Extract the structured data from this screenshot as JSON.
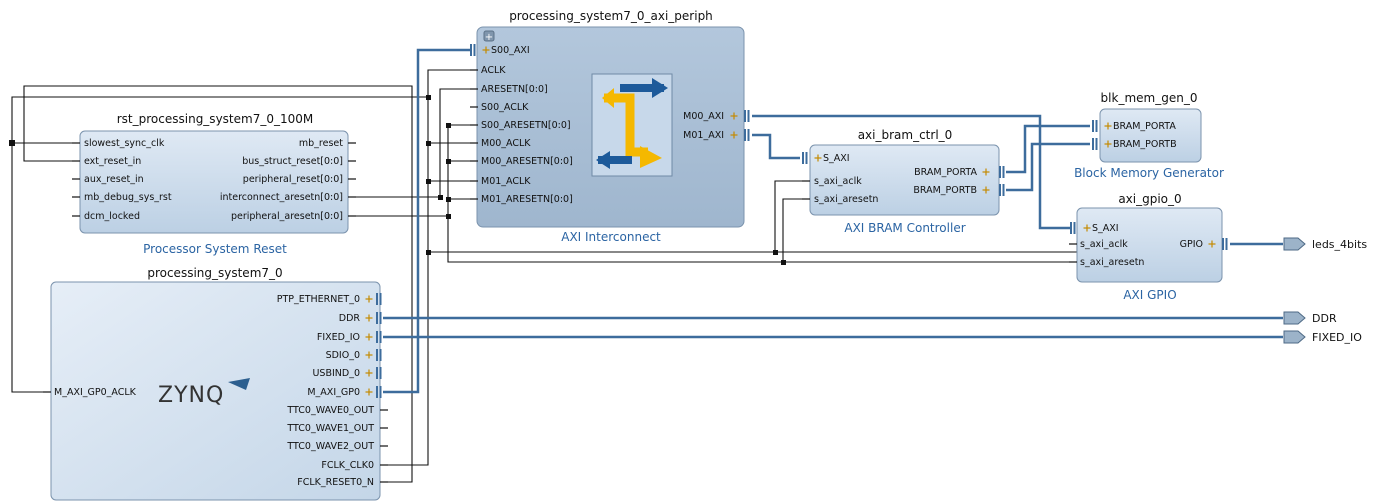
{
  "diagram": {
    "interconnect": {
      "title": "processing_system7_0_axi_periph",
      "caption": "AXI Interconnect",
      "inputs": [
        "S00_AXI",
        "ACLK",
        "ARESETN[0:0]",
        "S00_ACLK",
        "S00_ARESETN[0:0]",
        "M00_ACLK",
        "M00_ARESETN[0:0]",
        "M01_ACLK",
        "M01_ARESETN[0:0]"
      ],
      "outputs": [
        "M00_AXI",
        "M01_AXI"
      ]
    },
    "reset": {
      "title": "rst_processing_system7_0_100M",
      "caption": "Processor System Reset",
      "inputs": [
        "slowest_sync_clk",
        "ext_reset_in",
        "aux_reset_in",
        "mb_debug_sys_rst",
        "dcm_locked"
      ],
      "outputs": [
        "mb_reset",
        "bus_struct_reset[0:0]",
        "peripheral_reset[0:0]",
        "interconnect_aresetn[0:0]",
        "peripheral_aresetn[0:0]"
      ]
    },
    "zynq": {
      "title": "processing_system7_0",
      "logo": "ZYNQ",
      "inputs": [
        "M_AXI_GP0_ACLK"
      ],
      "outputs": [
        "PTP_ETHERNET_0",
        "DDR",
        "FIXED_IO",
        "SDIO_0",
        "USBIND_0",
        "M_AXI_GP0",
        "TTC0_WAVE0_OUT",
        "TTC0_WAVE1_OUT",
        "TTC0_WAVE2_OUT",
        "FCLK_CLK0",
        "FCLK_RESET0_N"
      ]
    },
    "bram_ctrl": {
      "title": "axi_bram_ctrl_0",
      "caption": "AXI BRAM Controller",
      "inputs": [
        "S_AXI",
        "s_axi_aclk",
        "s_axi_aresetn"
      ],
      "outputs": [
        "BRAM_PORTA",
        "BRAM_PORTB"
      ]
    },
    "blk_mem": {
      "title": "blk_mem_gen_0",
      "caption": "Block Memory Generator",
      "inputs": [
        "BRAM_PORTA",
        "BRAM_PORTB"
      ]
    },
    "gpio": {
      "title": "axi_gpio_0",
      "caption": "AXI GPIO",
      "inputs": [
        "S_AXI",
        "s_axi_aclk",
        "s_axi_aresetn"
      ],
      "outputs": [
        "GPIO"
      ]
    },
    "external_ports": [
      "leds_4bits",
      "DDR",
      "FIXED_IO"
    ],
    "colors": {
      "block_fill_top": "#dbe6f2",
      "block_fill_bottom": "#b7cbe0",
      "interconnect_fill": "#a9bfd6",
      "block_border": "#7b93ad",
      "bus_wire": "#3d6c9c",
      "net_wire": "#111111",
      "caption_text": "#2b64a3",
      "crossbar_gold": "#f5b800",
      "crossbar_blue": "#1d5a9a"
    }
  }
}
